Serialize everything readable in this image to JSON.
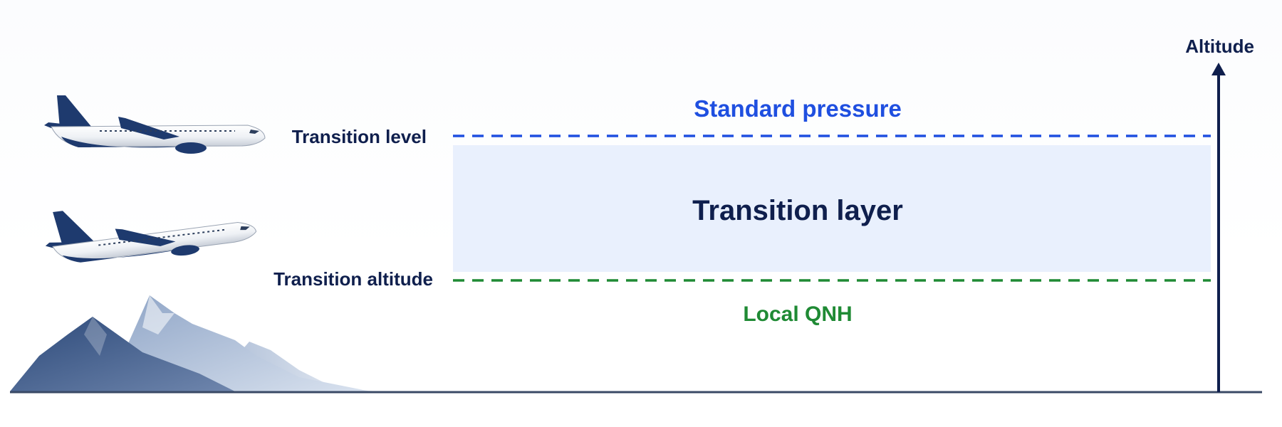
{
  "labels": {
    "transition_level": "Transition level",
    "transition_altitude": "Transition altitude",
    "standard_pressure": "Standard pressure",
    "transition_layer": "Transition layer",
    "local_qnh": "Local QNH",
    "altitude_axis": "Altitude"
  },
  "icons": {
    "upper_aircraft": "airliner-level-icon",
    "lower_aircraft": "airliner-climbing-icon",
    "terrain": "mountain-range-icon",
    "axis": "up-arrow-icon"
  },
  "colors": {
    "navy": "#0f1f4d",
    "standard_pressure_blue": "#1f4fe0",
    "qnh_green": "#1f8a34",
    "layer_fill": "#e9f0fd",
    "ground": "#3a4a66"
  }
}
